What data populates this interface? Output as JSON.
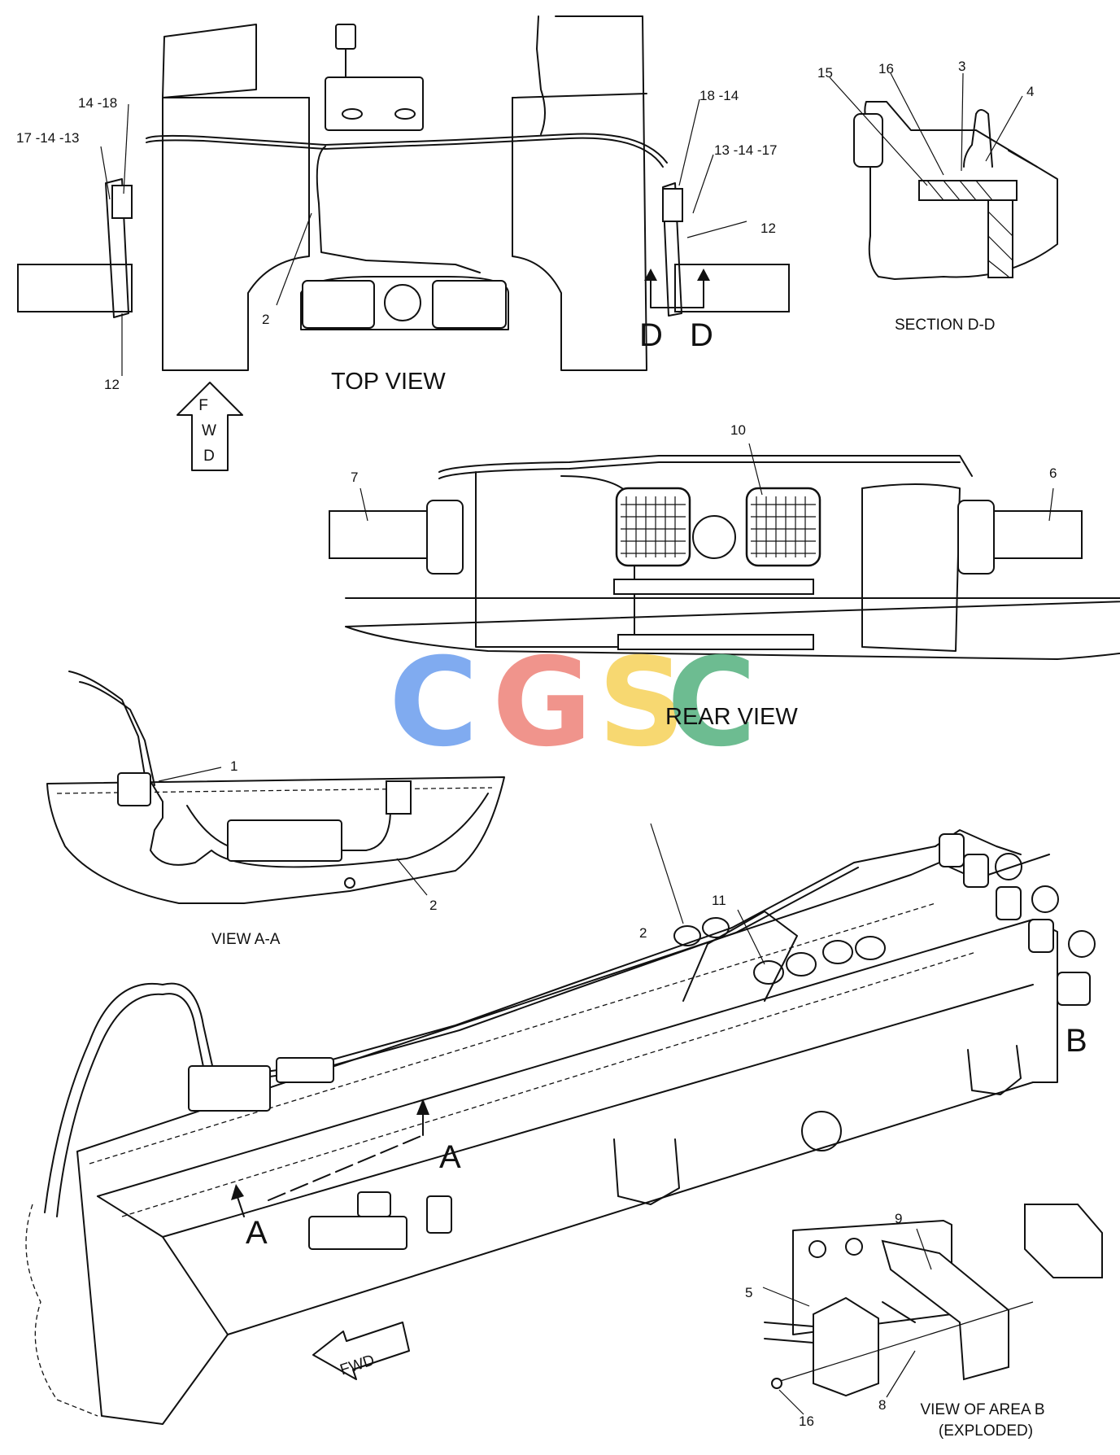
{
  "views": {
    "top": "TOP VIEW",
    "rear": "REAR VIEW",
    "section_dd": "SECTION D-D",
    "view_aa": "VIEW A-A",
    "area_b_line1": "VIEW OF AREA B",
    "area_b_line2": "(EXPLODED)"
  },
  "direction": {
    "top_fwd": [
      "F",
      "W",
      "D"
    ],
    "main_fwd": "FWD"
  },
  "section_markers": {
    "d_left": "D",
    "d_right": "D",
    "a_upper": "A",
    "a_lower": "A",
    "b": "B"
  },
  "callouts": {
    "top_left_upper": "14 -18",
    "top_left_side": "17 -14 -13",
    "top_left_bottom": "12",
    "top_center": "2",
    "top_right_upper": "18 -14",
    "top_right_side": "13 -14 -17",
    "top_right_lower": "12",
    "sec_15": "15",
    "sec_16": "16",
    "sec_3": "3",
    "sec_4": "4",
    "rear_7": "7",
    "rear_10": "10",
    "rear_6": "6",
    "aa_1": "1",
    "aa_2": "2",
    "main_11": "11",
    "main_2": "2",
    "b_9": "9",
    "b_5": "5",
    "b_16": "16",
    "b_8": "8"
  },
  "watermark": {
    "letters": [
      "C",
      "G",
      "S",
      "C"
    ],
    "colors": [
      "#7aa7f0",
      "#f08f86",
      "#f7d66a",
      "#66b98c"
    ]
  }
}
